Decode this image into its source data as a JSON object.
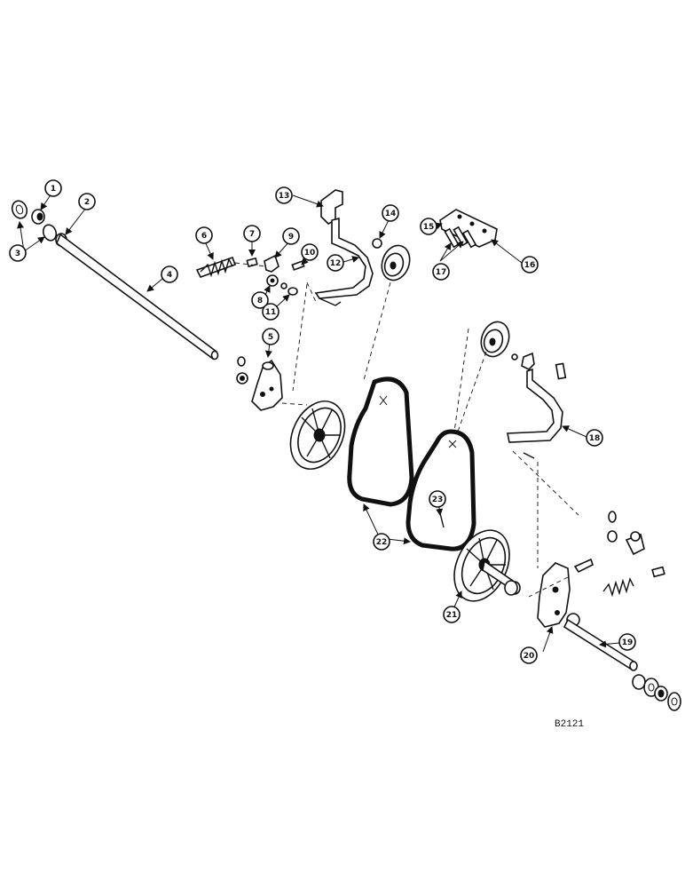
{
  "figure_ref": "B2121",
  "callouts": {
    "c1": "1",
    "c2": "2",
    "c3": "3",
    "c4": "4",
    "c5": "5",
    "c6": "6",
    "c7": "7",
    "c8": "8",
    "c9": "9",
    "c10": "10",
    "c11": "11",
    "c12": "12",
    "c13": "13",
    "c14": "14",
    "c15": "15",
    "c16": "16",
    "c17": "17",
    "c18": "18",
    "c19": "19",
    "c20": "20",
    "c21": "21",
    "c22": "22",
    "c23": "23"
  }
}
